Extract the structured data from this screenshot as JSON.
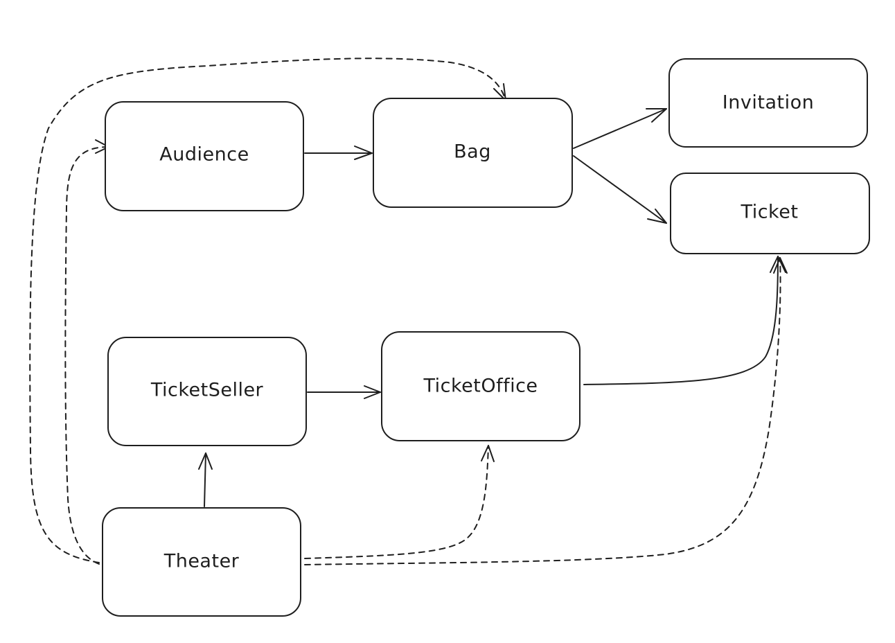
{
  "nodes": {
    "audience": "Audience",
    "bag": "Bag",
    "invitation": "Invitation",
    "ticket": "Ticket",
    "ticket_seller": "TicketSeller",
    "ticket_office": "TicketOffice",
    "theater": "Theater"
  },
  "edges": [
    {
      "from": "Audience",
      "to": "Bag",
      "style": "solid"
    },
    {
      "from": "Bag",
      "to": "Invitation",
      "style": "solid"
    },
    {
      "from": "Bag",
      "to": "Ticket",
      "style": "solid"
    },
    {
      "from": "TicketSeller",
      "to": "TicketOffice",
      "style": "solid"
    },
    {
      "from": "TicketOffice",
      "to": "Ticket",
      "style": "solid"
    },
    {
      "from": "Theater",
      "to": "TicketSeller",
      "style": "solid"
    },
    {
      "from": "Theater",
      "to": "Audience",
      "style": "dashed"
    },
    {
      "from": "Theater",
      "to": "Bag",
      "style": "dashed"
    },
    {
      "from": "Theater",
      "to": "TicketOffice",
      "style": "dashed"
    },
    {
      "from": "Theater",
      "to": "Ticket",
      "style": "dashed"
    }
  ],
  "colors": {
    "stroke": "#1e1e1e",
    "background": "#ffffff"
  }
}
